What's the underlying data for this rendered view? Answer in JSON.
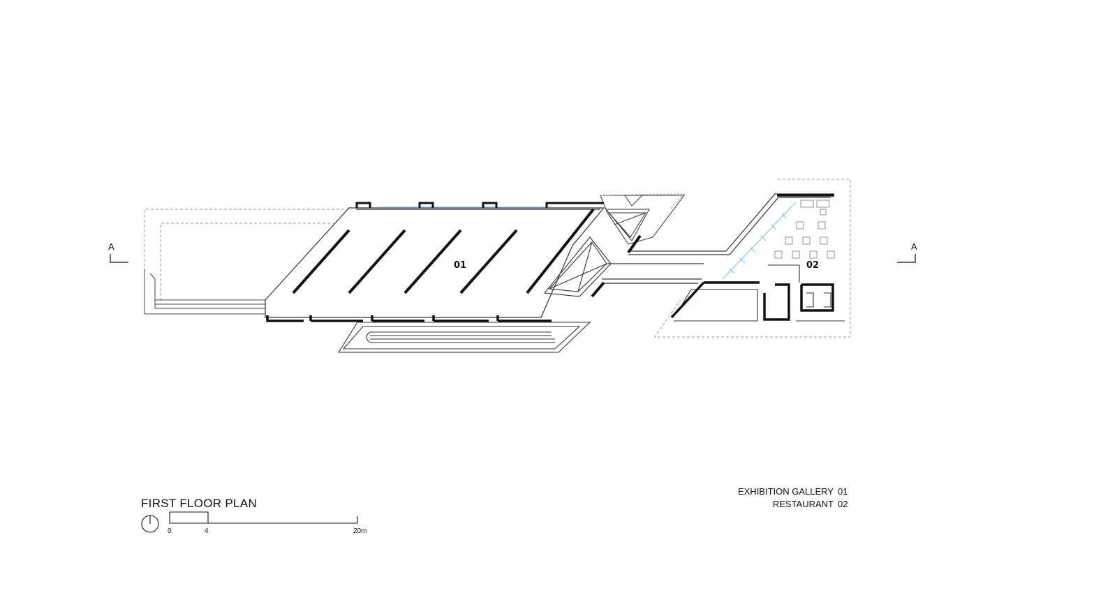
{
  "drawing": {
    "title": "FIRST FLOOR PLAN",
    "section_marker_left": "A",
    "section_marker_right": "A",
    "rooms": [
      {
        "number": "01",
        "name": "EXHIBITION GALLERY"
      },
      {
        "number": "02",
        "name": "RESTAURANT"
      }
    ],
    "scale_bar": {
      "labels": [
        "0",
        "4",
        "20m"
      ]
    },
    "north_icon": "north-arrow-icon",
    "colors": {
      "line": "#111111",
      "glazing": "#8ec3ea",
      "dashed": "#999999"
    }
  }
}
